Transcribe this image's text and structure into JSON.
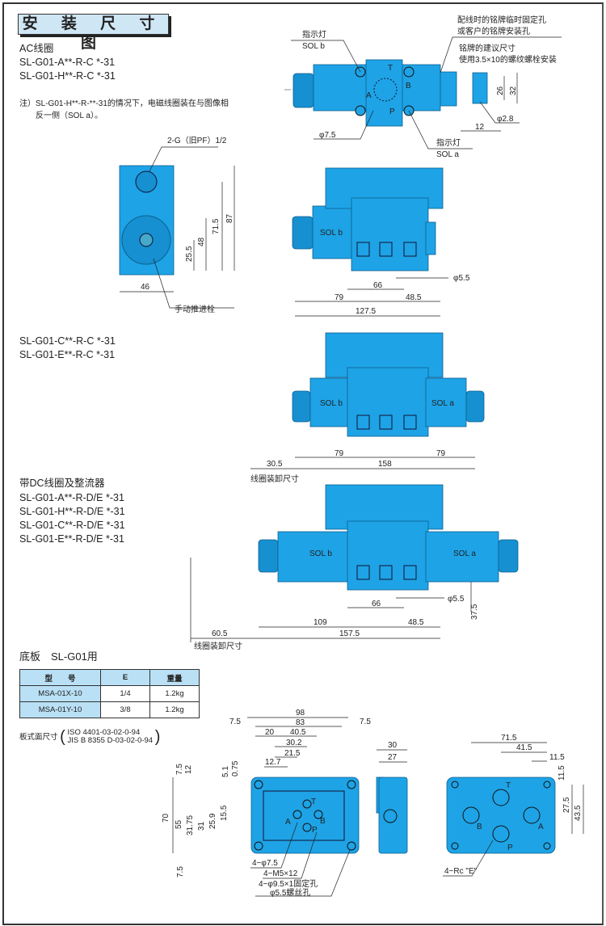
{
  "title": "安 装 尺 寸 图",
  "ac_section": {
    "heading": "AC线圈",
    "models": [
      "SL-G01-A**-R-C *-31",
      "SL-G01-H**-R-C *-31"
    ],
    "note_line1": "注）SL-G01-H**-R-**-31的情况下，电磁线圈装在与图像相",
    "note_line2": "反一侧（SOL a）。"
  },
  "ce_section": {
    "models": [
      "SL-G01-C**-R-C *-31",
      "SL-G01-E**-R-C *-31"
    ]
  },
  "dc_section": {
    "heading": "带DC线圈及整流器",
    "models": [
      "SL-G01-A**-R-D/E *-31",
      "SL-G01-H**-R-D/E *-31",
      "SL-G01-C**-R-D/E *-31",
      "SL-G01-E**-R-D/E *-31"
    ]
  },
  "top_view": {
    "lamp_b": "指示灯",
    "sol_b": "SOL b",
    "lamp_a": "指示灯",
    "sol_a": "SOL a",
    "phi75": "φ7.5",
    "plate_hole_1": "配线时的铭牌临时固定孔",
    "plate_hole_2": "或客户的铭牌安装孔",
    "plate_size": "铭牌的建议尺寸",
    "plate_bolt": "使用3.5×10的螺纹螺栓安装",
    "ports": [
      "T",
      "B",
      "A",
      "P"
    ],
    "d26": "26",
    "d32": "32",
    "d12": "12",
    "d28": "φ2.8"
  },
  "side_view": {
    "port": "2-G（旧PF）1/2",
    "d87": "87",
    "d715": "71.5",
    "d48": "48",
    "d255": "25.5",
    "d46": "46",
    "manual": "手动推进栓"
  },
  "front1": {
    "sol_b": "SOL b",
    "d66": "66",
    "d55": "φ5.5",
    "d79": "79",
    "d485": "48.5",
    "d1275": "127.5"
  },
  "front2": {
    "sol_b": "SOL b",
    "sol_a": "SOL a",
    "d305": "30.5",
    "d79a": "79",
    "d79b": "79",
    "d158": "158",
    "coil": "线圈装卸尺寸"
  },
  "front3": {
    "sol_b": "SOL b",
    "sol_a": "SOL a",
    "d66": "66",
    "d55": "φ5.5",
    "d375": "37.5",
    "d605": "60.5",
    "d109": "109",
    "d485": "48.5",
    "d1575": "157.5",
    "coil": "线圈装卸尺寸"
  },
  "subplate": {
    "heading": "底板　SL-G01用",
    "headers": [
      "型　　号",
      "E",
      "重量"
    ],
    "rows": [
      [
        "MSA-01X-10",
        "1/4",
        "1.2kg"
      ],
      [
        "MSA-01Y-10",
        "3/8",
        "1.2kg"
      ]
    ],
    "iface_label": "板式面尺寸",
    "iface_1": "ISO 4401-03-02-0-94",
    "iface_2": "JIS B 8355 D-03-02-0-94"
  },
  "plate_dims": {
    "d98": "98",
    "d83": "83",
    "d75a": "7.5",
    "d75b": "7.5",
    "d20": "20",
    "d405": "40.5",
    "d302": "30.2",
    "d215": "21.5",
    "d127": "12.7",
    "v75": "7.5",
    "v12": "12",
    "v51": "5.1",
    "v075": "0.75",
    "v70": "70",
    "v55": "55",
    "v3175": "31.75",
    "v31": "31",
    "v259": "25.9",
    "v155": "15.5",
    "v75b": "7.5",
    "c1": "4−φ7.5",
    "c2": "4−M5×12",
    "c3": "4−φ9.5×1固定孔",
    "c4": "φ5.5螺丝孔",
    "ports": [
      "T",
      "A",
      "B",
      "P"
    ],
    "s30": "30",
    "s27": "27",
    "r715": "71.5",
    "r415": "41.5",
    "r115": "11.5",
    "rv115": "11.5",
    "rv275": "27.5",
    "rv435": "43.5",
    "rports": [
      "T",
      "B",
      "A",
      "P"
    ],
    "rc": "4−Rc \"E\""
  },
  "colors": {
    "body": "#1ea3e6",
    "header": "#b9e0f5"
  }
}
